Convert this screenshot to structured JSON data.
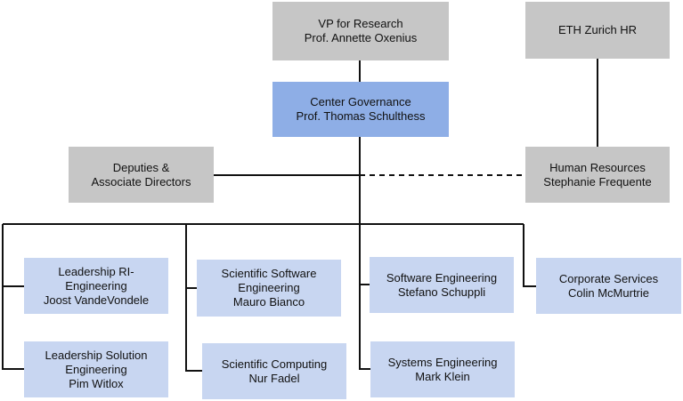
{
  "colors": {
    "gray": "#c6c6c6",
    "governance": "#8eaee6",
    "unit": "#c8d6f1",
    "line": "#111111"
  },
  "nodes": {
    "vp": {
      "title": "VP for Research",
      "name": "Prof. Annette Oxenius"
    },
    "governance": {
      "title": "Center Governance",
      "name": "Prof. Thomas Schulthess"
    },
    "eth_hr": {
      "title": "ETH Zurich HR"
    },
    "deputies": {
      "line1": "Deputies &",
      "line2": "Associate Directors"
    },
    "hr": {
      "title": "Human Resources",
      "name": "Stephanie Frequente"
    },
    "ri_eng": {
      "line1": "Leadership RI-",
      "line2": "Engineering",
      "name": "Joost VandeVondele"
    },
    "sol_eng": {
      "line1": "Leadership Solution",
      "line2": "Engineering",
      "name": "Pim Witlox"
    },
    "sci_soft": {
      "line1": "Scientific Software",
      "line2": "Engineering",
      "name": "Mauro Bianco"
    },
    "sci_comp": {
      "title": "Scientific Computing",
      "name": "Nur Fadel"
    },
    "soft_eng": {
      "title": "Software Engineering",
      "name": "Stefano Schuppli"
    },
    "sys_eng": {
      "title": "Systems Engineering",
      "name": "Mark Klein"
    },
    "corp": {
      "title": "Corporate Services",
      "name": "Colin McMurtrie"
    }
  }
}
